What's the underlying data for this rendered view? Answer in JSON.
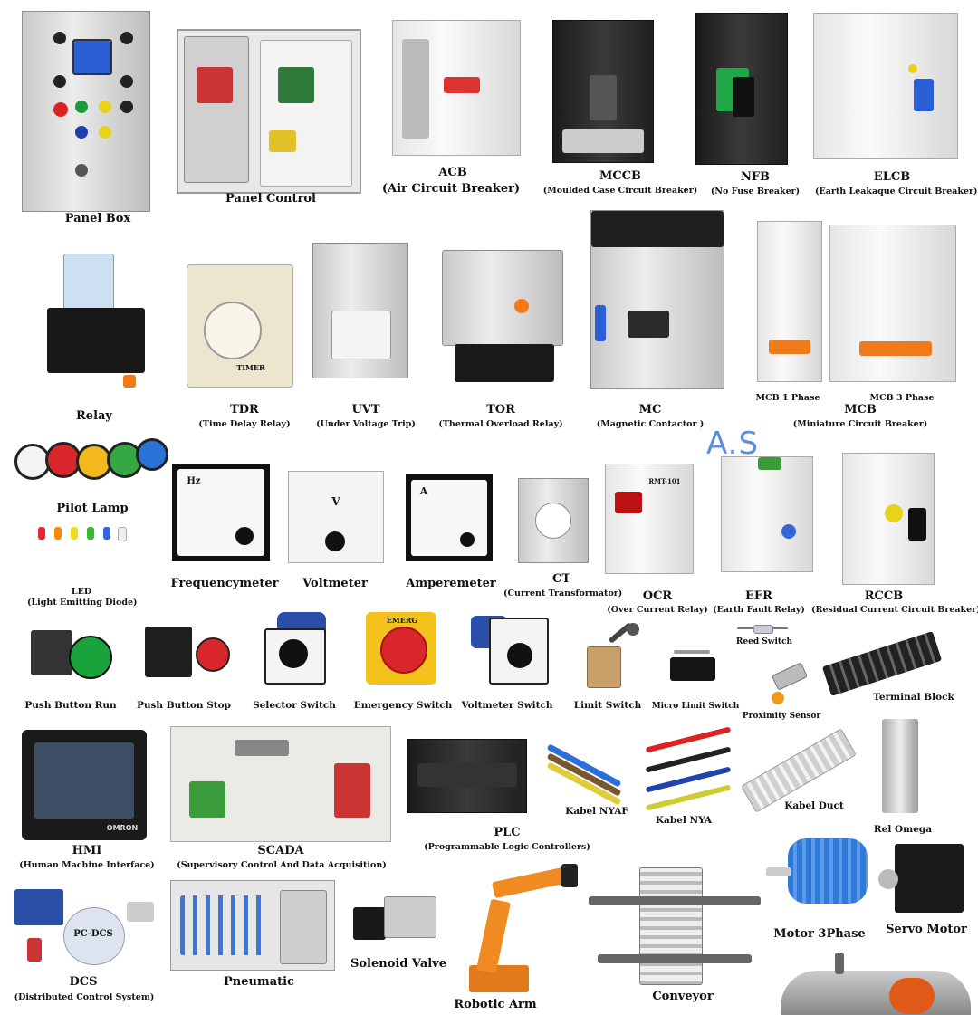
{
  "watermark": "A.S",
  "items": {
    "panel_box": {
      "label": "Panel Box"
    },
    "panel_control": {
      "label": "Panel Control"
    },
    "acb": {
      "label": "ACB",
      "sub": "(Air Circuit Breaker)"
    },
    "mccb": {
      "label": "MCCB",
      "sub": "(Moulded Case Circuit Breaker)"
    },
    "nfb": {
      "label": "NFB",
      "sub": "(No Fuse Breaker)"
    },
    "elcb": {
      "label": "ELCB",
      "sub": "(Earth Leakaque Circuit Breaker)"
    },
    "relay": {
      "label": "Relay"
    },
    "tdr": {
      "label": "TDR",
      "sub": "(Time Delay Relay)"
    },
    "uvt": {
      "label": "UVT",
      "sub": "(Under Voltage Trip)"
    },
    "tor": {
      "label": "TOR",
      "sub": "(Thermal Overload Relay)"
    },
    "mc": {
      "label": "MC",
      "sub": "(Magnetic Contactor )"
    },
    "mcb": {
      "label": "MCB",
      "sub": "(Miniature Circuit Breaker)",
      "phase1": "MCB 1 Phase",
      "phase3": "MCB 3 Phase"
    },
    "pilot_lamp": {
      "label": "Pilot Lamp"
    },
    "led": {
      "label": "LED",
      "sub": "(Light Emitting Diode)"
    },
    "frequencymeter": {
      "label": "Frequencymeter"
    },
    "voltmeter": {
      "label": "Voltmeter"
    },
    "amperemeter": {
      "label": "Amperemeter"
    },
    "ct": {
      "label": "CT",
      "sub": "(Current Transformator)"
    },
    "ocr": {
      "label": "OCR",
      "sub": "(Over Current Relay)"
    },
    "efr": {
      "label": "EFR",
      "sub": "(Earth Fault Relay)"
    },
    "rccb": {
      "label": "RCCB",
      "sub": "(Residual Current Circuit Breaker)"
    },
    "push_button_run": {
      "label": "Push Button Run"
    },
    "push_button_stop": {
      "label": "Push Button Stop"
    },
    "selector_switch": {
      "label": "Selector Switch"
    },
    "emergency_switch": {
      "label": "Emergency Switch"
    },
    "voltmeter_switch": {
      "label": "Voltmeter Switch"
    },
    "limit_switch": {
      "label": "Limit Switch"
    },
    "micro_limit_switch": {
      "label": "Micro Limit Switch"
    },
    "reed_switch": {
      "label": "Reed Switch"
    },
    "proximity_sensor": {
      "label": "Proximity Sensor"
    },
    "terminal_block": {
      "label": "Terminal Block"
    },
    "hmi": {
      "label": "HMI",
      "sub": "(Human Machine Interface)"
    },
    "scada": {
      "label": "SCADA",
      "sub": "(Supervisory Control And Data Acquisition)"
    },
    "plc": {
      "label": "PLC",
      "sub": "(Programmable Logic Controllers)"
    },
    "kabel_nyaf": {
      "label": "Kabel NYAF"
    },
    "kabel_nya": {
      "label": "Kabel NYA"
    },
    "kabel_duct": {
      "label": "Kabel Duct"
    },
    "rel_omega": {
      "label": "Rel Omega"
    },
    "dcs": {
      "label": "DCS",
      "sub": "(Distributed Control System)",
      "diagram_text": "PC-DCS"
    },
    "pneumatic": {
      "label": "Pneumatic"
    },
    "solenoid_valve": {
      "label": "Solenoid Valve"
    },
    "robotic_arm": {
      "label": "Robotic Arm"
    },
    "conveyor": {
      "label": "Conveyor"
    },
    "motor_3phase": {
      "label": "Motor 3Phase"
    },
    "servo_motor": {
      "label": "Servo Motor"
    }
  },
  "product_marks": {
    "hmi_brand": "OMRON",
    "emergency_text": "EMERG",
    "meter_hz": "Hz",
    "meter_v": "V",
    "meter_a": "A",
    "tdr_brand": "TIMER",
    "ocr_model": "RMT-101"
  }
}
